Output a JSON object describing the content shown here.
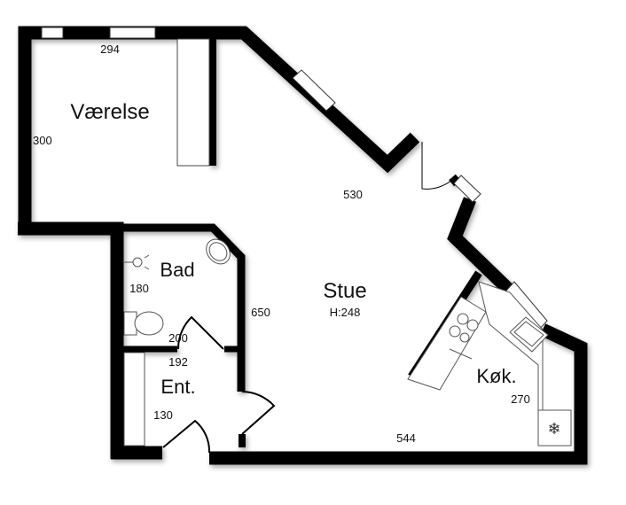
{
  "rooms": {
    "vaerelse": {
      "name": "Værelse",
      "width": "294",
      "depth": "300"
    },
    "stue": {
      "name": "Stue",
      "height": "H:248",
      "dim_top": "530",
      "dim_right": "650",
      "dim_bottom": "544"
    },
    "bad": {
      "name": "Bad",
      "dim_side": "180",
      "dim_bottom": "200"
    },
    "ent": {
      "name": "Ent.",
      "dim_top": "192",
      "dim_side": "130"
    },
    "kok": {
      "name": "Køk.",
      "dim_side": "270"
    }
  },
  "colors": {
    "wall": "#000000",
    "window": "#ffffff",
    "fixture": "#555555"
  }
}
